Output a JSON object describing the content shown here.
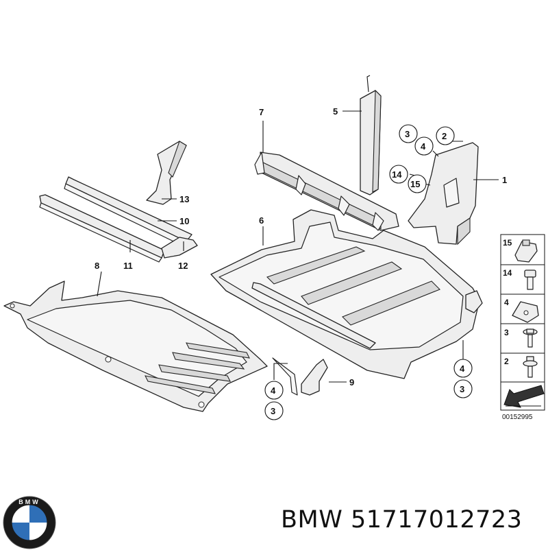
{
  "callouts": {
    "c1": "1",
    "c2": "2",
    "c3": "3",
    "c4": "4",
    "c5": "5",
    "c6": "6",
    "c7": "7",
    "c8": "8",
    "c9": "9",
    "c10": "10",
    "c11": "11",
    "c12": "12",
    "c13": "13",
    "c14": "14",
    "c15": "15"
  },
  "legend": {
    "items": [
      "15",
      "14",
      "4",
      "3",
      "2"
    ],
    "drawing_number": "00152995"
  },
  "logo": {
    "text": "BMW",
    "colors": {
      "ring": "#1a1a1a",
      "blue": "#2f6fb7",
      "white": "#ffffff"
    }
  },
  "caption": {
    "brand": "BMW",
    "part_number": "51717012723"
  }
}
